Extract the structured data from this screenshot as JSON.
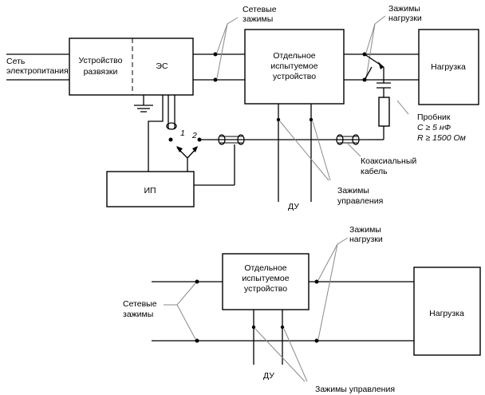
{
  "top": {
    "mains_label": [
      "Сеть",
      "электропитания"
    ],
    "isolation_label": [
      "Устройство",
      "развязки"
    ],
    "es_label": "ЭС",
    "eut_label": [
      "Отдельное",
      "испытуемое",
      "устройство"
    ],
    "load_label": "Нагрузка",
    "ip_label": "ИП",
    "mains_terminals_label": [
      "Сетевые",
      "зажимы"
    ],
    "load_terminals_label": [
      "Зажимы",
      "нагрузки"
    ],
    "probe_label": [
      "Пробник",
      "C ≥ 5 нФ",
      "R ≥ 1500 Ом"
    ],
    "coax_label": [
      "Коаксиальный",
      "кабель"
    ],
    "control_terminals_label": [
      "Зажимы",
      "управления"
    ],
    "du_label": "ДУ",
    "switch_pos1": "1",
    "switch_pos2": "2"
  },
  "bottom": {
    "eut_label": [
      "Отдельное",
      "испытуемое",
      "устройство"
    ],
    "load_label": "Нагрузка",
    "mains_terminals_label": [
      "Сетевые",
      "зажимы"
    ],
    "load_terminals_label": [
      "Зажимы",
      "нагрузки"
    ],
    "control_terminals_label": "Зажимы управления",
    "du_label": "ДУ"
  }
}
